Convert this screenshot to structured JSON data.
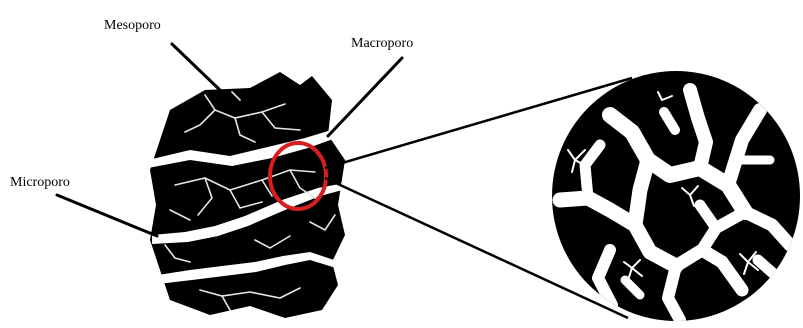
{
  "labels": {
    "mesoporo": "Mesoporo",
    "macroporo": "Macroporo",
    "microporo": "Microporo"
  },
  "colors": {
    "background": "#ffffff",
    "particle": "#000000",
    "pores": "#ffffff",
    "leader_lines": "#000000",
    "highlight_circle": "#d81e1e"
  }
}
